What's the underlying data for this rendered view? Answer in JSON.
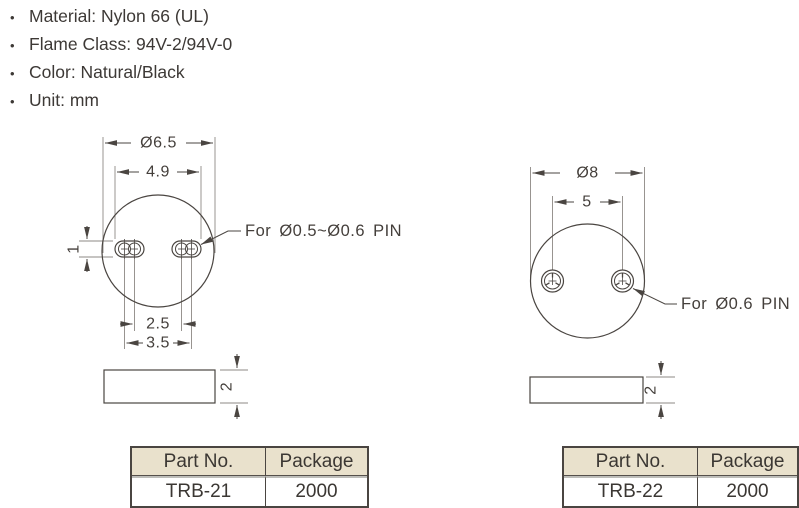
{
  "page": {
    "background": "#ffffff",
    "line_color": "#4a4541",
    "extension_line_color": "#8d8984",
    "table_header_bg": "#e9e1cc",
    "unit": "mm"
  },
  "specs": [
    "Material: Nylon 66 (UL)",
    "Flame Class: 94V-2/94V-0",
    "Color: Natural/Black",
    "Unit: mm"
  ],
  "drawings": {
    "trb21": {
      "dim_diameter": "Ø6.5",
      "dim_slot_span": "4.9",
      "dim_slot_height": "1",
      "dim_inner_pitch": "2.5",
      "dim_outer_pitch": "3.5",
      "dim_thickness": "2",
      "annotation": "For Ø0.5~Ø0.6 PIN"
    },
    "trb22": {
      "dim_diameter": "Ø8",
      "dim_pitch": "5",
      "dim_thickness": "2",
      "annotation": "For Ø0.6 PIN"
    }
  },
  "tables": {
    "trb21": {
      "headers": [
        "Part No.",
        "Package"
      ],
      "rows": [
        [
          "TRB-21",
          "2000"
        ]
      ]
    },
    "trb22": {
      "headers": [
        "Part No.",
        "Package"
      ],
      "rows": [
        [
          "TRB-22",
          "2000"
        ]
      ]
    }
  }
}
